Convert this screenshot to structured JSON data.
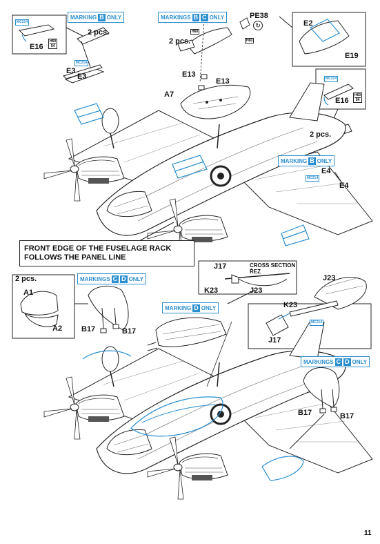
{
  "page": {
    "number": "11"
  },
  "colors": {
    "accent": "#2a8fd0",
    "ink": "#111111",
    "part_fill": "#ffffff"
  },
  "badges": [
    {
      "id": "b1",
      "prefix": "MARKING",
      "markings": [
        "B"
      ],
      "suffix": "ONLY"
    },
    {
      "id": "b2",
      "prefix": "MARKINGS",
      "markings": [
        "B",
        "C"
      ],
      "suffix": "ONLY"
    },
    {
      "id": "b3",
      "prefix": "MARKING",
      "markings": [
        "B"
      ],
      "suffix": "ONLY"
    },
    {
      "id": "b4",
      "prefix": "MARKINGS",
      "markings": [
        "C",
        "D"
      ],
      "suffix": "ONLY"
    },
    {
      "id": "b5",
      "prefix": "MARKING",
      "markings": [
        "D"
      ],
      "suffix": "ONLY"
    },
    {
      "id": "b6",
      "prefix": "MARKINGS",
      "markings": [
        "C",
        "D"
      ],
      "suffix": "ONLY"
    }
  ],
  "labels": {
    "e16_a": "E16",
    "pcs_a": "2 pcs.",
    "e3_a": "E3",
    "e3_b": "E3",
    "pe38": "PE38",
    "pcs_b": "2 pcs.",
    "e13_a": "E13",
    "e13_b": "E13",
    "a7": "A7",
    "e2": "E2",
    "e19": "E19",
    "e16_b": "E16",
    "pcs_c": "2 pcs.",
    "e4_a": "E4",
    "e4_b": "E4",
    "pcs_d": "2 pcs.",
    "a1": "A1",
    "a2": "A2",
    "b17_a": "B17",
    "b17_b": "B17",
    "j17_a": "J17",
    "cross_section": "CROSS SECTION",
    "rez": "ŘEZ",
    "k23_a": "K23",
    "j23_a": "J23",
    "j23_b": "J23",
    "k23_b": "K23",
    "j17_b": "J17",
    "b17_c": "B17",
    "b17_d": "B17"
  },
  "tags": {
    "mc214": "MC214"
  },
  "hboxes": {
    "h1": [
      "H60",
      "54"
    ],
    "h2": [
      "H60"
    ],
    "h3": [
      "H60"
    ],
    "h4": [
      "H60",
      "54"
    ]
  },
  "note": {
    "line1": "FRONT EDGE OF THE FUSELAGE RACK",
    "line2": "FOLLOWS THE PANEL LINE"
  }
}
